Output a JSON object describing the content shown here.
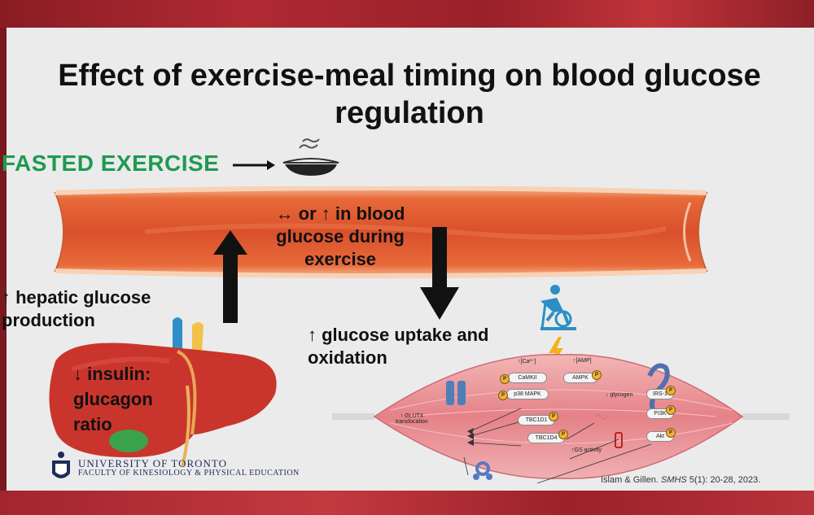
{
  "slide": {
    "title_line1": "Effect of exercise-meal timing on blood glucose",
    "title_line2": "regulation",
    "fasted_label": "FASTED EXERCISE",
    "vessel_text": [
      "↔ or ↑ in blood",
      "glucose during",
      "exercise"
    ],
    "hepatic_text": [
      "↑ hepatic glucose",
      "production"
    ],
    "uptake_text": [
      "↑ glucose uptake and",
      "oxidation"
    ],
    "liver_text": [
      "↓ insulin:",
      "glucagon",
      "ratio"
    ],
    "university_line1": "UNIVERSITY OF TORONTO",
    "university_line2": "FACULTY OF KINESIOLOGY & PHYSICAL EDUCATION",
    "citation_prefix": "Islam & Gillen.",
    "citation_journal": "SMHS",
    "citation_rest": "5(1): 20-28, 2023."
  },
  "pathway": {
    "ca_label": "↑[Ca²⁺]",
    "amp_label": "↑[AMP]",
    "camkii": "CaMKII",
    "p38": "p38 MAPK",
    "ampk": "AMPK",
    "glycogen": "↓ glycogen",
    "irs1": "IRS-1",
    "pi3k": "PI3K",
    "akt": "Akt",
    "tbc1d1": "TBC1D1",
    "tbc1d4": "TBC1D4",
    "glut4": [
      "↑ GLUT4",
      "translocation"
    ],
    "gs_activity": "↑GS activity",
    "p_badge": "P"
  },
  "colors": {
    "fasted_green": "#1f9a52",
    "vessel_red": "#e0552e",
    "muscle_pink": "#e88a8f",
    "liver_red": "#c9352c"
  }
}
